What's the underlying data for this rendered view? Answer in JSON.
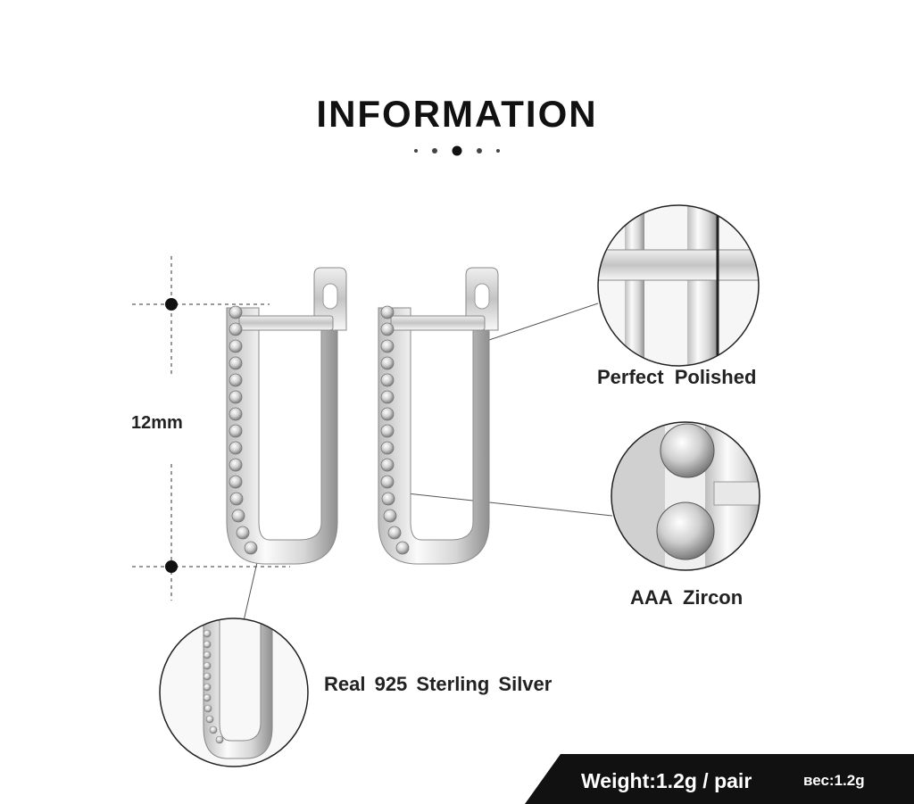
{
  "header": {
    "title": "INFORMATION"
  },
  "dimension": {
    "label": "12mm"
  },
  "features": {
    "polished": "Perfect  Polished",
    "zircon": "AAA  Zircon",
    "silver": "Real 925  Sterling  Silver"
  },
  "weight": {
    "label": "Weight:1.2g / pair",
    "label_ru": "вес:1.2g"
  },
  "colors": {
    "text": "#222222",
    "band": "#111111",
    "metal_light": "#f4f4f4",
    "metal_dark": "#9a9a9a"
  },
  "icons": [
    "carousel-dots-icon",
    "earring-illustration",
    "zoom-circle-icon",
    "dimension-dot-icon"
  ]
}
